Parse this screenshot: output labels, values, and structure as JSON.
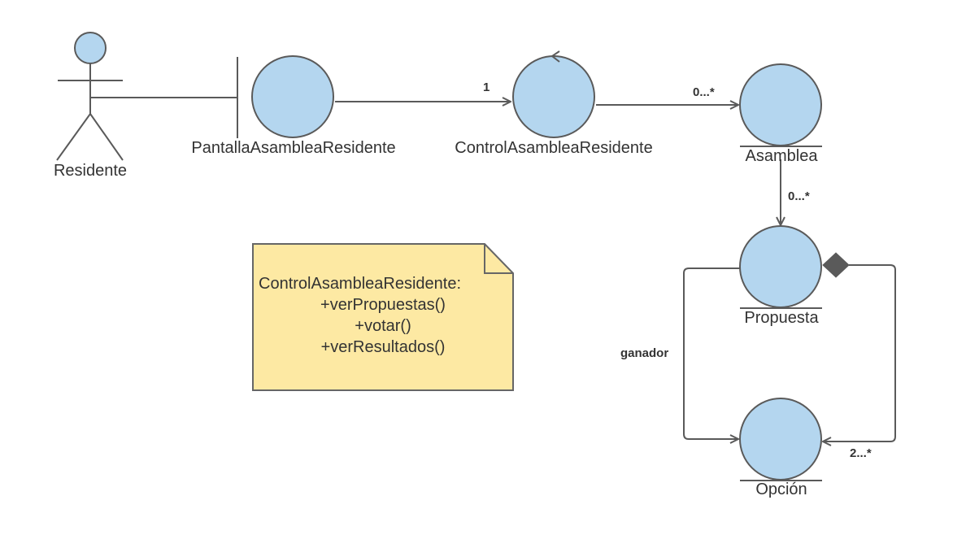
{
  "colors": {
    "fill": "#b4d6ef",
    "stroke": "#5a5a5a",
    "note_fill": "#fde9a3",
    "note_stroke": "#666666",
    "aggregation_diamond": "#5a5a5a"
  },
  "actor": {
    "label": "Residente"
  },
  "boundary": {
    "label": "PantallaAsambleaResidente"
  },
  "control": {
    "label": "ControlAsambleaResidente"
  },
  "entities": {
    "asamblea": {
      "label": "Asamblea"
    },
    "propuesta": {
      "label": "Propuesta"
    },
    "opcion": {
      "label": "Opción"
    }
  },
  "associations": {
    "boundary_to_control": {
      "multiplicity": "1"
    },
    "control_to_asamblea": {
      "multiplicity": "0...*"
    },
    "asamblea_to_propuesta": {
      "multiplicity": "0...*"
    },
    "propuesta_to_opcion_ganador": {
      "role": "ganador"
    },
    "propuesta_to_opcion_composition": {
      "multiplicity": "2...*"
    }
  },
  "note": {
    "lines": [
      "ControlAsambleaResidente:",
      "+verPropuestas()",
      "+votar()",
      "+verResultados()"
    ]
  }
}
